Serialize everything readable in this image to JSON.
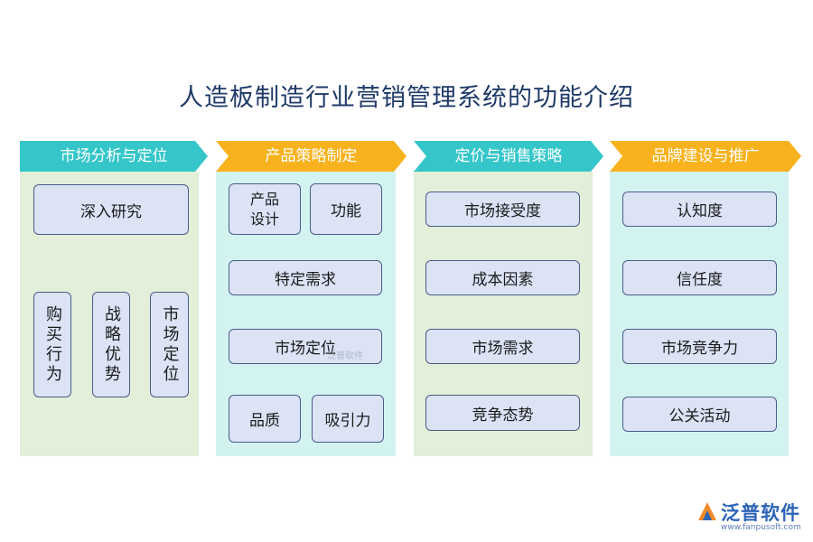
{
  "title": "人造板制造行业营销管理系统的功能介绍",
  "columns": [
    {
      "header": "市场分析与定位",
      "items": [
        "深入研究",
        "购买行为",
        "战略优势",
        "市场定位"
      ]
    },
    {
      "header": "产品策略制定",
      "items": [
        "产品设计",
        "功能",
        "特定需求",
        "市场定位",
        "品质",
        "吸引力"
      ]
    },
    {
      "header": "定价与销售策略",
      "items": [
        "市场接受度",
        "成本因素",
        "市场需求",
        "竞争态势"
      ]
    },
    {
      "header": "品牌建设与推广",
      "items": [
        "认知度",
        "信任度",
        "市场竞争力",
        "公关活动"
      ]
    }
  ],
  "watermark": "泛普软件",
  "logo": {
    "name": "泛普软件",
    "url": "www.fanpusoft.com"
  },
  "colors": {
    "teal": "#35c6c9",
    "orange": "#f7b21d",
    "box_fill": "#dbe3f5",
    "box_border": "#4a5d8a",
    "title": "#1f3a68"
  }
}
